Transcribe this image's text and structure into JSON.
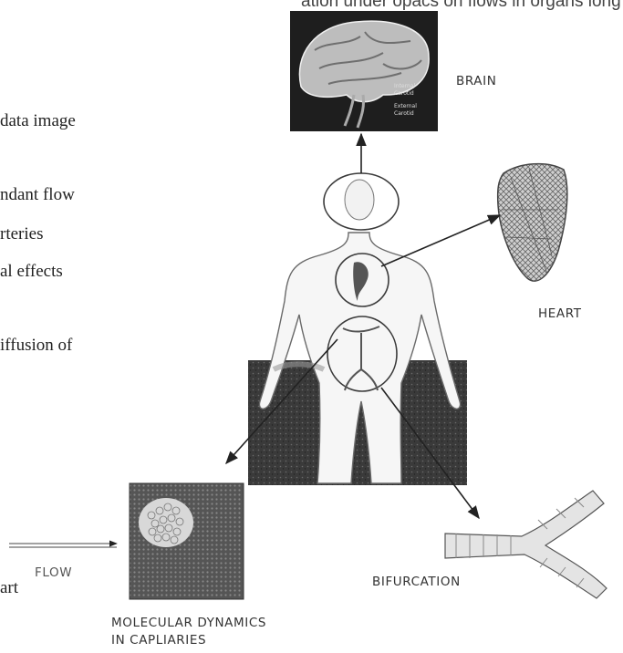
{
  "header_fragment": "ation under opacs on flows in organs long",
  "left_text": {
    "line1": "data image",
    "line2": "ndant flow",
    "line3": "rteries",
    "line4": "al effects",
    "line5": "iffusion of",
    "line6": "art"
  },
  "labels": {
    "brain": "BRAIN",
    "heart": "HEART",
    "bifurcation": "BIFURCATION",
    "flow": "FLOW",
    "molecular_line1": "MOLECULAR DYNAMICS",
    "molecular_line2": "IN CAPLIARIES"
  },
  "brain_inset_labels": [
    "Internal Carotid",
    "External Carotid"
  ]
}
